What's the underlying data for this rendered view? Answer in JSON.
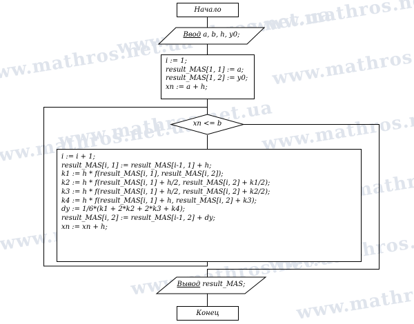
{
  "watermark": "www.mathros.net.ua",
  "flowchart": {
    "start": "Начало",
    "input": {
      "keyword": "Ввод",
      "vars": " a, b, h, y0;"
    },
    "init": [
      "i := 1;",
      "result_MAS[1, 1] := a;",
      "result_MAS[1, 2] := y0;",
      "xn := a + h;"
    ],
    "condition": "xn <= b",
    "loop_body": [
      "i := i + 1;",
      "result_MAS[i, 1] := result_MAS[i-1, 1] + h;",
      "k1 := h * f(result_MAS[i, 1], result_MAS[i, 2]);",
      "k2 := h * f(result_MAS[i, 1] + h/2, result_MAS[i, 2] + k1/2);",
      "k3 := h * f(result_MAS[i, 1] + h/2, result_MAS[i, 2] + k2/2);",
      "k4 := h * f(result_MAS[i, 1] + h, result_MAS[i, 2] + k3);",
      "dy := 1/6*(k1 + 2*k2 + 2*k3 + k4);",
      "result_MAS[i, 2] := result_MAS[i-1, 2] + dy;",
      "xn := xn + h;"
    ],
    "output": {
      "keyword": "Вывод",
      "vars": " result_MAS;"
    },
    "end": "Конец"
  }
}
